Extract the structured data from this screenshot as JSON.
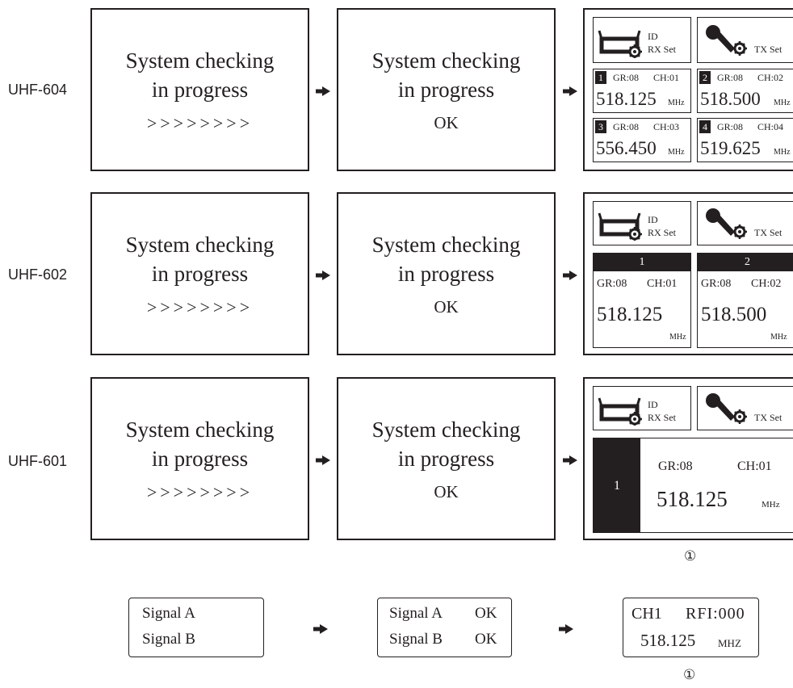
{
  "models": {
    "r1": "UHF-604",
    "r2": "UHF-602",
    "r3": "UHF-601"
  },
  "boot": {
    "line1": "System checking",
    "line2": "in progress",
    "progress": ">>>>>>>>",
    "ok": "OK"
  },
  "icons": {
    "receiver": "receiver-gear-icon",
    "mic": "microphone-gear-icon",
    "arrow": "right-arrow-icon"
  },
  "menu": {
    "id": "ID",
    "rx": "RX Set",
    "tx": "TX Set"
  },
  "r604": {
    "channels": [
      {
        "num": "1",
        "gr": "GR:08",
        "ch": "CH:01",
        "freq": "518.125",
        "unit": "MHz"
      },
      {
        "num": "2",
        "gr": "GR:08",
        "ch": "CH:02",
        "freq": "518.500",
        "unit": "MHz"
      },
      {
        "num": "3",
        "gr": "GR:08",
        "ch": "CH:03",
        "freq": "556.450",
        "unit": "MHz"
      },
      {
        "num": "4",
        "gr": "GR:08",
        "ch": "CH:04",
        "freq": "519.625",
        "unit": "MHz"
      }
    ]
  },
  "r602": {
    "channels": [
      {
        "num": "1",
        "gr": "GR:08",
        "ch": "CH:01",
        "freq": "518.125",
        "unit": "MHz"
      },
      {
        "num": "2",
        "gr": "GR:08",
        "ch": "CH:02",
        "freq": "518.500",
        "unit": "MHz"
      }
    ]
  },
  "r601": {
    "num": "1",
    "gr": "GR:08",
    "ch": "CH:01",
    "freq": "518.125",
    "unit": "MHz"
  },
  "marker": "①",
  "signal": {
    "a": "Signal A",
    "b": "Signal B",
    "ok": "OK",
    "ch": "CH1",
    "rfi": "RFI:000",
    "freq": "518.125",
    "unit": "MHZ"
  }
}
